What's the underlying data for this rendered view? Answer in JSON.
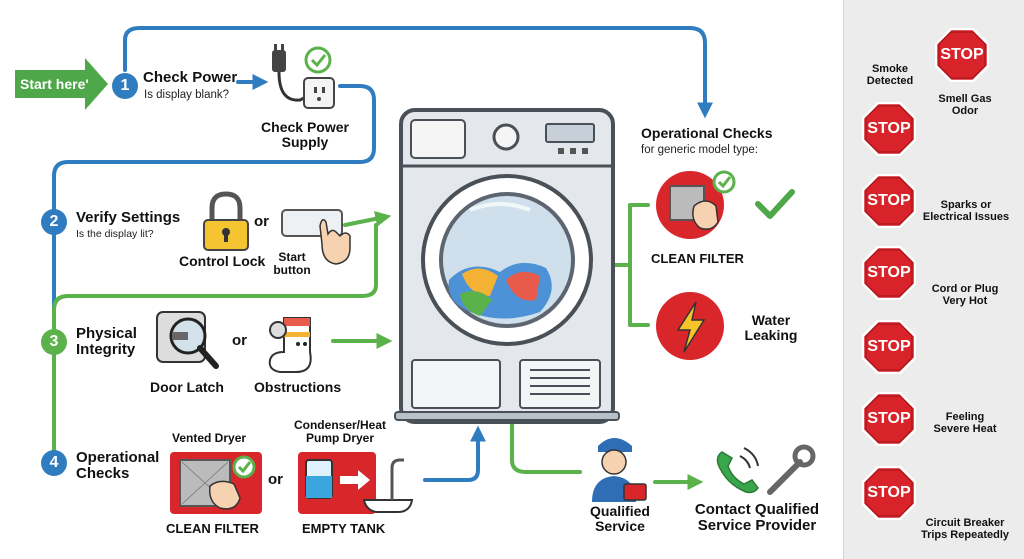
{
  "start": {
    "label": "Start here'"
  },
  "steps": [
    {
      "num": "1",
      "title": "Check Power",
      "sub": "Is display blank?"
    },
    {
      "num": "2",
      "title": "Verify Settings",
      "sub": "Is the display lit?"
    },
    {
      "num": "3",
      "title": "Physical Integrity",
      "title_l1": "Physical",
      "title_l2": "Integrity"
    },
    {
      "num": "4",
      "title_l1": "Operational",
      "title_l2": "Checks"
    }
  ],
  "labels": {
    "check_power_supply_l1": "Check Power",
    "check_power_supply_l2": "Supply",
    "or": "or",
    "control_lock": "Control Lock",
    "start_button_l1": "Start",
    "start_button_l2": "button",
    "door_latch": "Door Latch",
    "obstructions": "Obstructions",
    "vented_dryer": "Vented Dryer",
    "condenser_l1": "Condenser/Heat",
    "condenser_l2": "Pump Dryer",
    "clean_filter": "CLEAN FILTER",
    "empty_tank": "EMPTY TANK",
    "op_checks_title": "Operational Checks",
    "op_checks_sub": "for generic model type:",
    "clean_filter_right": "CLEAN FILTER",
    "water_l1": "Water",
    "water_l2": "Leaking",
    "qualified_l1": "Qualified",
    "qualified_l2": "Service",
    "contact_l1": "Contact Qualified",
    "contact_l2": "Service Provider"
  },
  "stop_panel": {
    "stop_text": "STOP",
    "items": [
      {
        "l1": "Smoke",
        "l2": "Detected"
      },
      {
        "l1": "Smell Gas",
        "l2": "Odor"
      },
      {
        "l1": "Sparks or",
        "l2": "Electrical Issues"
      },
      {
        "l1": "Cord or Plug",
        "l2": "Very Hot"
      },
      {
        "l1": "Feeling",
        "l2": "Severe Heat"
      },
      {
        "l1": "Circuit Breaker",
        "l2": "Trips Repeatedly"
      }
    ]
  },
  "colors": {
    "blue": "#2f7dc0",
    "green": "#5bb14a",
    "red": "#d9262b",
    "stop_red": "#d8232a"
  }
}
